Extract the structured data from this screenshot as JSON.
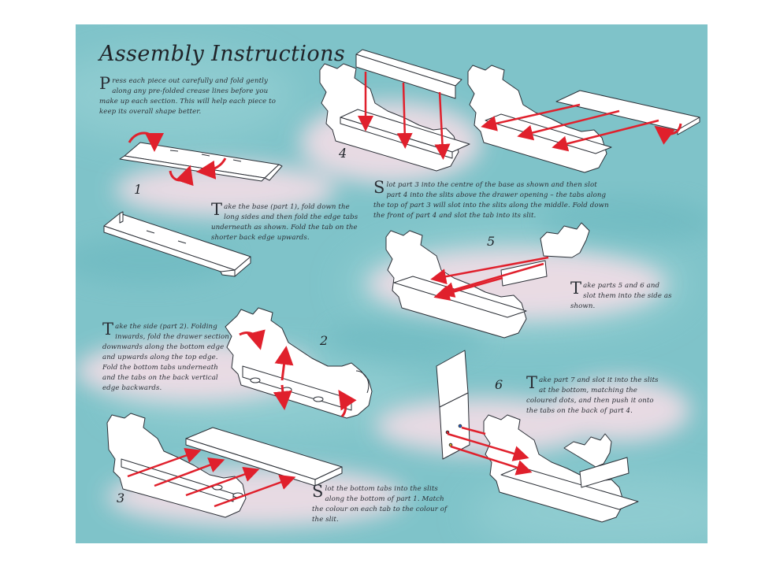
{
  "title": "Assembly Instructions",
  "intro": {
    "dropcap": "P",
    "text": "ress each piece out carefully and fold gently along any pre-folded crease lines before you make up each section. This will help each piece to keep its overall shape better."
  },
  "steps": [
    {
      "number": "1",
      "dropcap": "T",
      "text": "ake the base (part 1), fold down the long sides and then fold the edge tabs underneath as shown. Fold the tab on the shorter back edge upwards."
    },
    {
      "number": "2",
      "dropcap": "T",
      "text": "ake the side (part 2). Folding inwards, fold the drawer section downwards along the bottom edge and upwards along the top edge. Fold the bottom tabs underneath and the tabs on the back vertical edge backwards."
    },
    {
      "number": "3",
      "dropcap": "S",
      "text": "lot the bottom tabs into the slits along the bottom of part 1. Match the colour on each tab to the colour of the slit."
    },
    {
      "number": "4",
      "dropcap": "S",
      "text": "lot part 3 into the centre of the base as shown and then slot part 4 into the slits above the drawer opening – the tabs along the top of part 3 will slot into the slits along the middle. Fold down the front of part 4 and slot the tab into its slit."
    },
    {
      "number": "5",
      "dropcap": "T",
      "text": "ake parts 5 and 6 and slot them into the side as shown."
    },
    {
      "number": "6",
      "dropcap": "T",
      "text": "ake part 7 and slot it into the slits at the bottom, matching the coloured dots, and then push it onto the tabs on the back of part 4."
    }
  ],
  "colors": {
    "background": "#7fc3c9",
    "cloud": "#f3dde6",
    "arrow": "#e0202c",
    "outline": "#2b2f36"
  }
}
